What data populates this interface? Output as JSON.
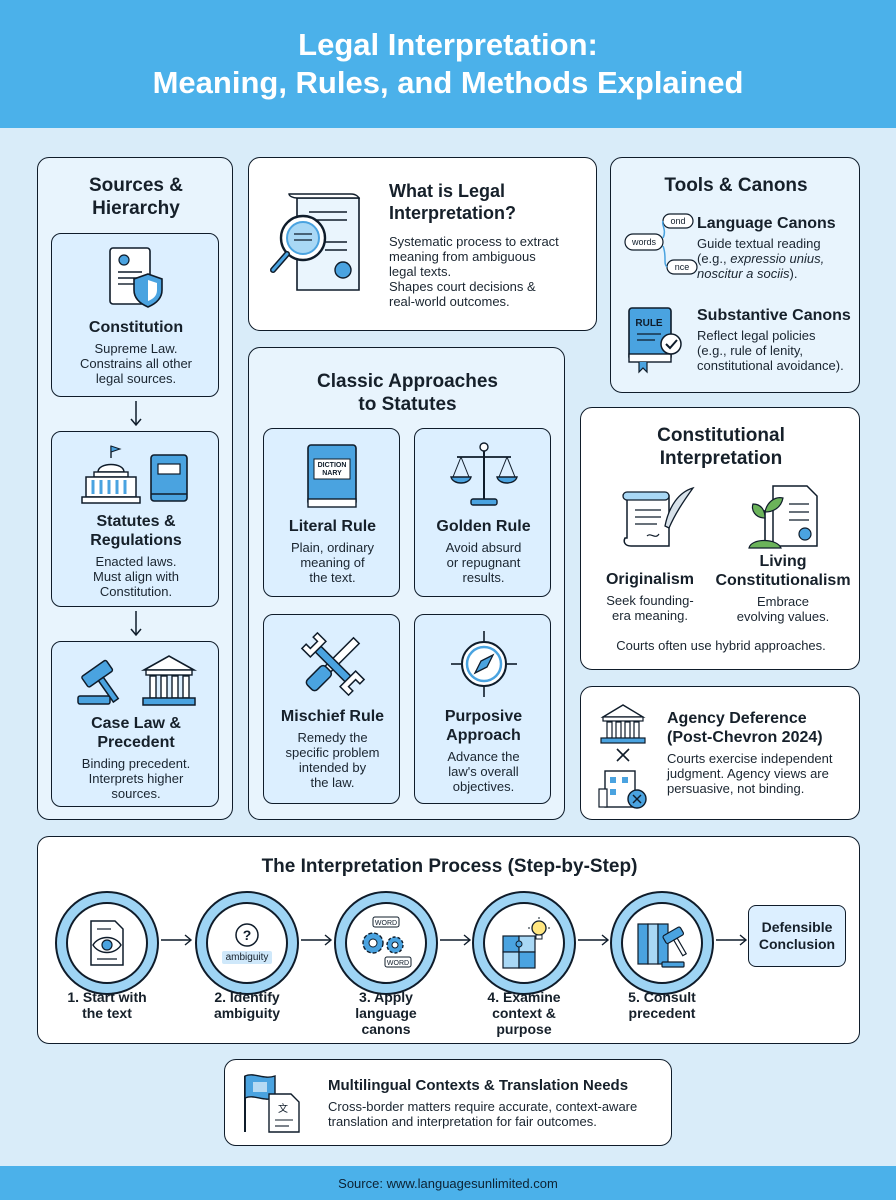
{
  "header": {
    "title_line1": "Legal Interpretation:",
    "title_line2": "Meaning, Rules, and Methods Explained"
  },
  "sources": {
    "title_line1": "Sources &",
    "title_line2": "Hierarchy",
    "items": [
      {
        "title": "Constitution",
        "desc": [
          "Supreme Law.",
          "Constrains all other",
          "legal sources."
        ]
      },
      {
        "title_line1": "Statutes &",
        "title_line2": "Regulations",
        "desc": [
          "Enacted laws.",
          "Must align with",
          "Constitution."
        ]
      },
      {
        "title_line1": "Case Law &",
        "title_line2": "Precedent",
        "desc": [
          "Binding precedent.",
          "Interprets higher",
          "sources."
        ]
      }
    ]
  },
  "what": {
    "title_line1": "What is Legal",
    "title_line2": "Interpretation?",
    "desc": [
      "Systematic process to extract",
      "meaning from ambiguous",
      "legal texts.",
      "Shapes court decisions &",
      "real-world outcomes."
    ]
  },
  "approaches": {
    "title_line1": "Classic Approaches",
    "title_line2": "to Statutes",
    "dictionary_text": [
      "DICTION",
      "NARY"
    ],
    "items": [
      {
        "title": "Literal Rule",
        "desc": [
          "Plain, ordinary",
          "meaning of",
          "the text."
        ]
      },
      {
        "title": "Golden Rule",
        "desc": [
          "Avoid absurd",
          "or repugnant",
          "results."
        ]
      },
      {
        "title": "Mischief Rule",
        "desc": [
          "Remedy the",
          "specific problem",
          "intended by",
          "the law."
        ]
      },
      {
        "title_line1": "Purposive",
        "title_line2": "Approach",
        "desc": [
          "Advance the",
          "law's overall",
          "objectives."
        ]
      }
    ]
  },
  "tools": {
    "title": "Tools & Canons",
    "bubbles": [
      "ond",
      "words",
      "nce"
    ],
    "rule_book_label": "RULE",
    "items": [
      {
        "title": "Language Canons",
        "desc_line1": "Guide textual reading",
        "desc_line2_prefix": "(e.g., ",
        "desc_line2_italic": "expressio unius,",
        "desc_line3_italic": "noscitur a sociis",
        "desc_line3_suffix": ")."
      },
      {
        "title": "Substantive Canons",
        "desc": [
          "Reflect legal policies",
          "(e.g., rule of lenity,",
          "constitutional avoidance)."
        ]
      }
    ]
  },
  "constitutional": {
    "title_line1": "Constitutional",
    "title_line2": "Interpretation",
    "items": [
      {
        "title": "Originalism",
        "desc": [
          "Seek founding-",
          "era meaning."
        ]
      },
      {
        "title_line1": "Living",
        "title_line2": "Constitutionalism",
        "desc": [
          "Embrace",
          "evolving values."
        ]
      }
    ],
    "note": "Courts often use hybrid approaches."
  },
  "agency": {
    "title_line1": "Agency Deference",
    "title_line2": "(Post-Chevron 2024)",
    "desc": [
      "Courts exercise independent",
      "judgment. Agency views are",
      "persuasive, not binding."
    ]
  },
  "process": {
    "title": "The Interpretation Process (Step-by-Step)",
    "ambiguity_tag": "ambiguity",
    "word_tags": [
      "WORD",
      "WORD"
    ],
    "steps": [
      {
        "line1": "1. Start with",
        "line2": "the text"
      },
      {
        "line1": "2. Identify",
        "line2": "ambiguity"
      },
      {
        "line1": "3. Apply",
        "line2": "language",
        "line3": "canons"
      },
      {
        "line1": "4. Examine",
        "line2": "context &",
        "line3": "purpose"
      },
      {
        "line1": "5. Consult",
        "line2": "precedent"
      }
    ],
    "conclusion_line1": "Defensible",
    "conclusion_line2": "Conclusion"
  },
  "multilingual": {
    "title": "Multilingual Contexts & Translation Needs",
    "desc": [
      "Cross-border matters require accurate, context-aware",
      "translation and interpretation for fair outcomes."
    ]
  },
  "footer": {
    "source": "Source: www.languagesunlimited.com"
  },
  "colors": {
    "header_bg": "#4bb1ea",
    "page_bg": "#d9ecf9",
    "card_bg": "#dcefff",
    "icon_blue": "#4aa3e0",
    "outline": "#0f1c2a"
  }
}
